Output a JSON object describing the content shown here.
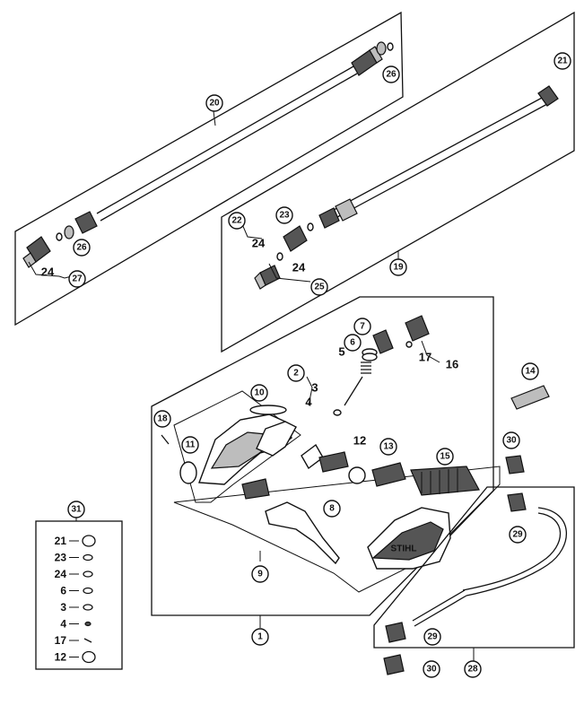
{
  "diagram": {
    "callouts": {
      "c1": "1",
      "c2": "2",
      "c3": "3",
      "c4": "4",
      "c5": "5",
      "c6": "6",
      "c7": "7",
      "c8": "8",
      "c9": "9",
      "c10": "10",
      "c11": "11",
      "c12": "12",
      "c13": "13",
      "c14": "14",
      "c15": "15",
      "c16": "16",
      "c17": "17",
      "c18": "18",
      "c19": "19",
      "c20": "20",
      "c21": "21",
      "c22": "22",
      "c23": "23",
      "c24a": "24",
      "c24b": "24",
      "c24c": "24",
      "c25": "25",
      "c26a": "26",
      "c26b": "26",
      "c27": "27",
      "c28": "28",
      "c29a": "29",
      "c29b": "29",
      "c30a": "30",
      "c30b": "30",
      "c31": "31"
    },
    "kit_legend": {
      "items": [
        {
          "number": "21",
          "icon": "o-ring-large-icon"
        },
        {
          "number": "23",
          "icon": "o-ring-double-icon"
        },
        {
          "number": "24",
          "icon": "o-ring-small-icon"
        },
        {
          "number": "6",
          "icon": "o-ring-double-icon"
        },
        {
          "number": "3",
          "icon": "o-ring-small-icon"
        },
        {
          "number": "4",
          "icon": "o-ring-tiny-icon"
        },
        {
          "number": "17",
          "icon": "pin-icon"
        },
        {
          "number": "12",
          "icon": "o-ring-large-icon"
        }
      ]
    },
    "gun_decal_text": "STIHL"
  }
}
